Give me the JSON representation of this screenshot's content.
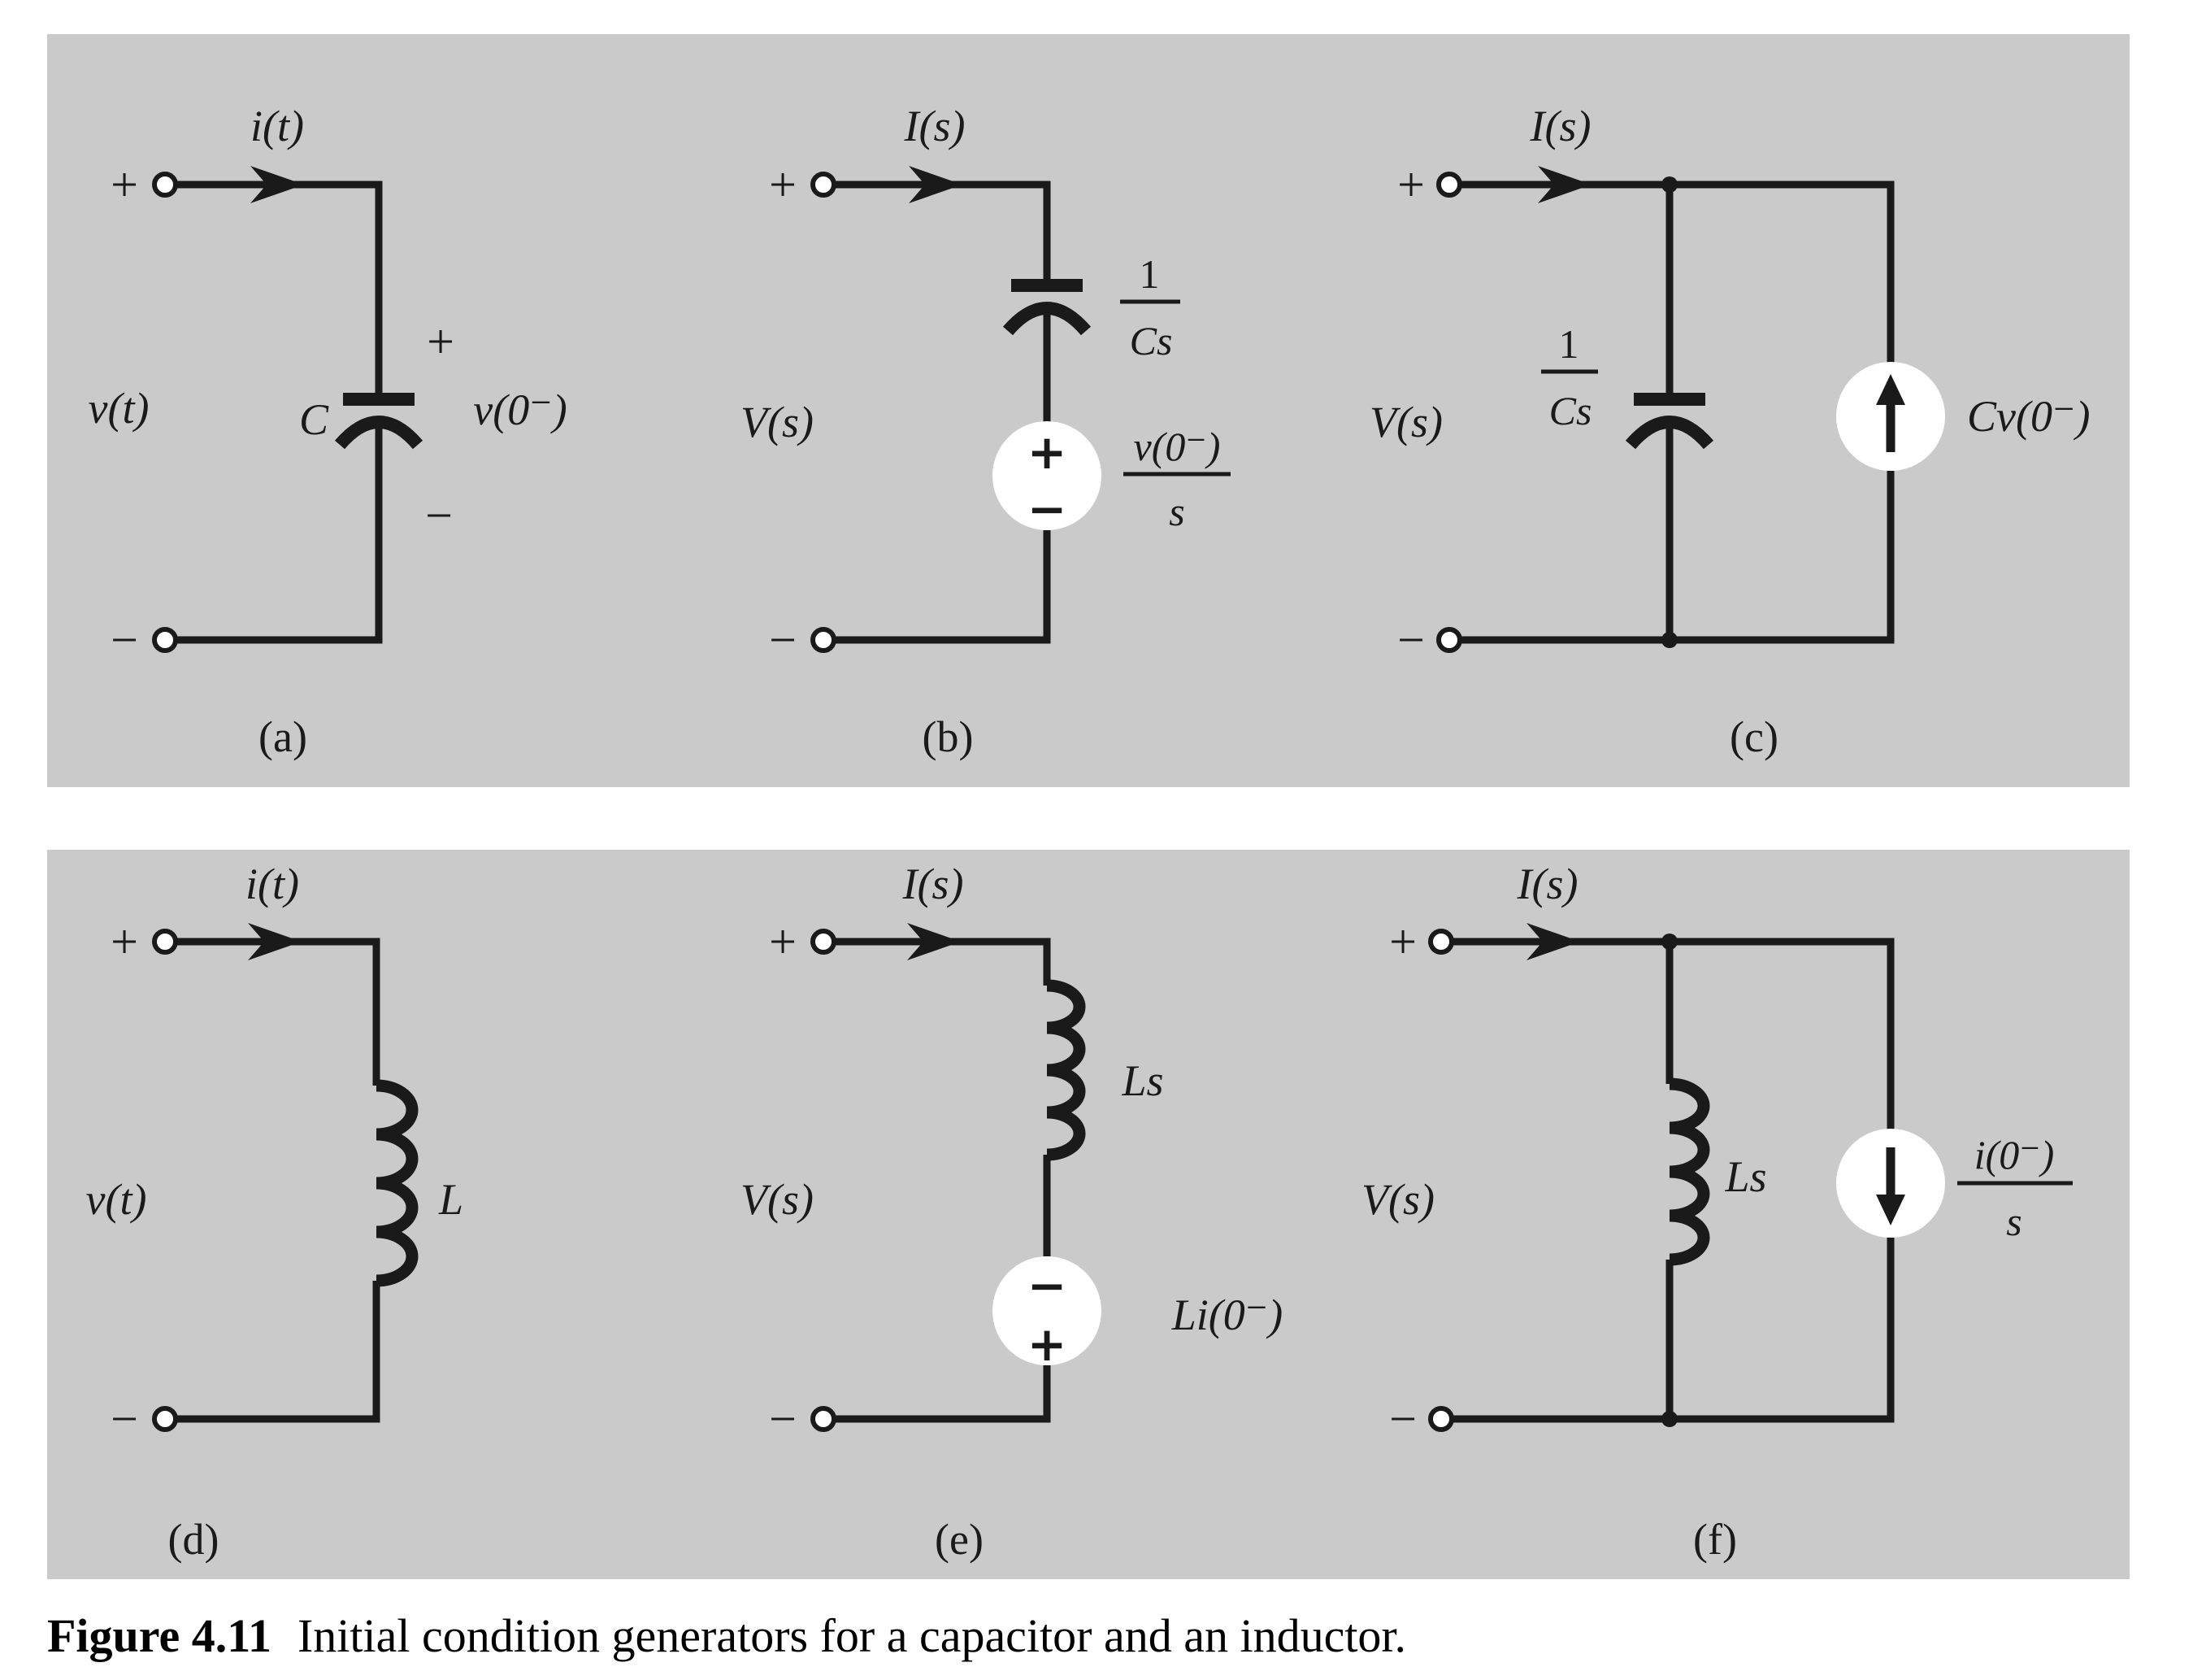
{
  "figure": {
    "caption_label": "Figure 4.11",
    "caption_text": "Initial condition generators for a capacitor and an inductor."
  },
  "colors": {
    "panel_bg": "#cacaca",
    "ink": "#1a1a1a",
    "source_fill": "#ffffff"
  },
  "circuits": {
    "a": {
      "current": "i(t)",
      "voltage": "v(t)",
      "pos": "+",
      "neg": "−",
      "comp": "C",
      "init_pos": "+",
      "init": "v(0⁻)",
      "init_neg": "−",
      "tag": "(a)"
    },
    "b": {
      "current": "I(s)",
      "voltage": "V(s)",
      "pos": "+",
      "neg": "−",
      "imp_num": "1",
      "imp_den": "Cs",
      "src_pos": "+",
      "src_neg": "−",
      "src_num": "v(0⁻)",
      "src_den": "s",
      "tag": "(b)"
    },
    "c": {
      "current": "I(s)",
      "voltage": "V(s)",
      "pos": "+",
      "neg": "−",
      "imp_num": "1",
      "imp_den": "Cs",
      "src": "Cv(0⁻)",
      "tag": "(c)"
    },
    "d": {
      "current": "i(t)",
      "voltage": "v(t)",
      "pos": "+",
      "neg": "−",
      "comp": "L",
      "tag": "(d)"
    },
    "e": {
      "current": "I(s)",
      "voltage": "V(s)",
      "pos": "+",
      "neg": "−",
      "comp": "Ls",
      "src_neg": "−",
      "src_pos": "+",
      "src": "Li(0⁻)",
      "tag": "(e)"
    },
    "f": {
      "current": "I(s)",
      "voltage": "V(s)",
      "pos": "+",
      "neg": "−",
      "comp": "Ls",
      "src_num": "i(0⁻)",
      "src_den": "s",
      "tag": "(f)"
    }
  }
}
